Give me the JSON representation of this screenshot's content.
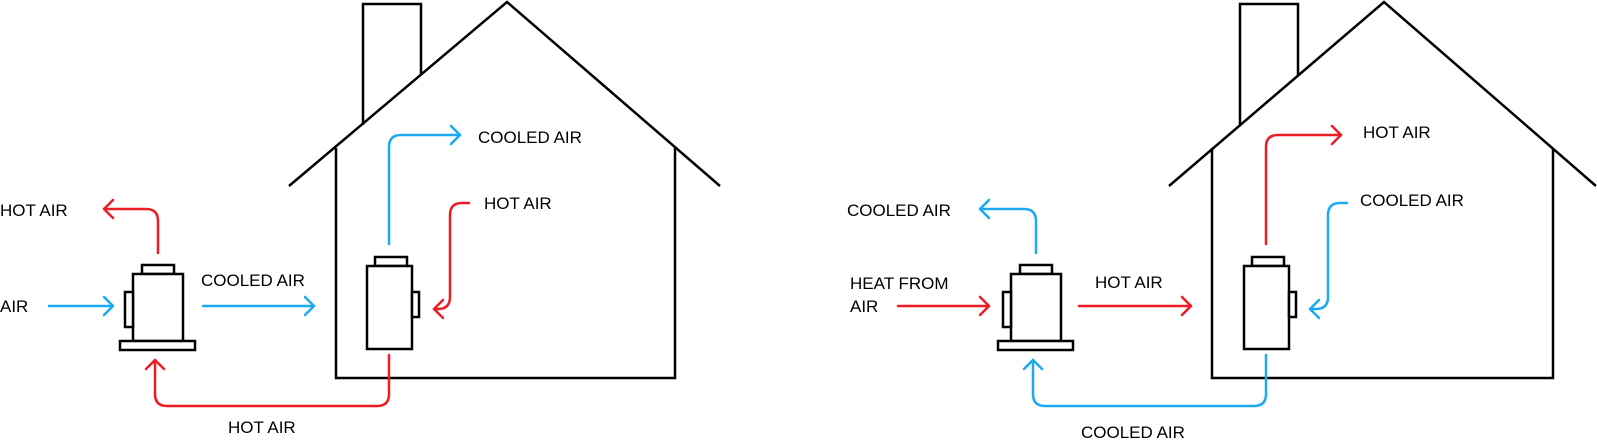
{
  "colors": {
    "hot": "#ee1c24",
    "cold": "#1ba9f1",
    "line": "#000000"
  },
  "left_diagram": {
    "hot_air_top": "HOT AIR",
    "air_in": "AIR",
    "cooled_air_mid": "COOLED AIR",
    "cooled_air_indoor": "COOLED AIR",
    "hot_air_indoor": "HOT AIR",
    "hot_air_bottom": "HOT AIR"
  },
  "right_diagram": {
    "cooled_air_top": "COOLED AIR",
    "heat_from_air_line1": "HEAT FROM",
    "heat_from_air_line2": "AIR",
    "hot_air_mid": "HOT AIR",
    "hot_air_indoor": "HOT AIR",
    "cooled_air_indoor": "COOLED AIR",
    "cooled_air_bottom": "COOLED AIR"
  }
}
